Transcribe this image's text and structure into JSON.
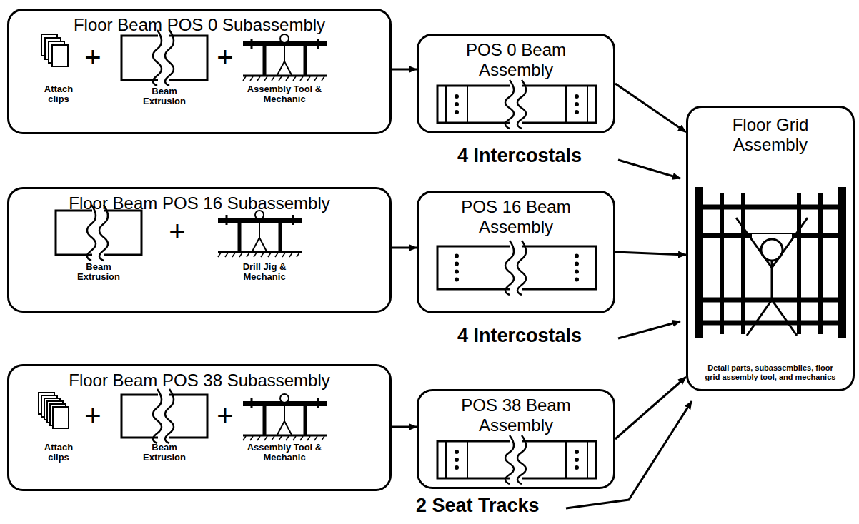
{
  "diagram": {
    "nodes": [
      {
        "text": [
          "Floor Beam POS 0 Subassembly"
        ]
      },
      {
        "text": [
          "POS 0 Beam Assembly"
        ]
      },
      {
        "text": [
          "Floor Beam POS 16 Subassembly"
        ]
      },
      {
        "text": [
          "POS 16 Beam Assembly"
        ]
      },
      {
        "text": [
          "Floor Beam POS 38 Subassembly"
        ]
      },
      {
        "text": [
          "POS 38 Beam Assembly"
        ]
      },
      {
        "text": [
          "Floor Grid Assembly",
          "Detail parts, subassemblies, floor grid assembly tool, and mechanics"
        ]
      }
    ],
    "edges": [
      {
        "from": 0,
        "to": 1,
        "arrow": "to"
      },
      {
        "from": 2,
        "to": 3,
        "arrow": "to"
      },
      {
        "from": 4,
        "to": 5,
        "arrow": "to"
      },
      {
        "from": 1,
        "to": 6,
        "arrow": "to"
      },
      {
        "from": 3,
        "to": 6,
        "arrow": "to"
      },
      {
        "from": 5,
        "to": 6,
        "arrow": "to"
      }
    ],
    "labels": [
      "Attach clips",
      "+",
      "Beam Extrusion",
      "+",
      "Assembly Tool & Mechanic",
      "Beam Extrusion",
      "+",
      "Drill Jig & Mechanic",
      "Attach clips",
      "+",
      "Beam Extrusion",
      "+",
      "Assembly Tool & Mechanic",
      "4 Intercostals",
      "4 Intercostals",
      "2 Seat Tracks"
    ]
  }
}
